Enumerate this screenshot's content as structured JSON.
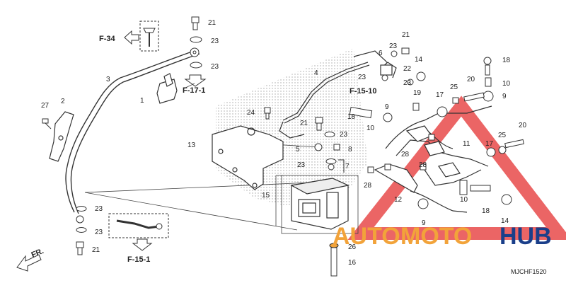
{
  "diagram": {
    "code": "MJCHF1520",
    "direction_label": "FR.",
    "refs": {
      "top": "F-34",
      "upper": "F-17-1",
      "middle": "F-15-10",
      "bottom": "F-15-1"
    },
    "watermark": {
      "part1": "AUTO",
      "part2": "MOTO",
      "part3": "HUB",
      "color_red": "#e84a4a",
      "color_orange": "#f2a33a",
      "color_blue": "#1a3f8a"
    },
    "callouts": {
      "c2": "2",
      "c3": "3",
      "c1": "1",
      "c27": "27",
      "c21a": "21",
      "c23a": "23",
      "c23b": "23",
      "c4": "4",
      "c24": "24",
      "c13": "13",
      "c21b": "21",
      "c23c": "23",
      "c5": "5",
      "c8": "8",
      "c23d": "23",
      "c7": "7",
      "c15": "15",
      "c23e": "23",
      "c23f": "23",
      "c21c": "21",
      "c26": "26",
      "c16": "16",
      "c6": "6",
      "c23g": "23",
      "c21d": "21",
      "c23h": "23",
      "c14a": "14",
      "c22": "22",
      "c23i": "23",
      "c19": "19",
      "c18a": "18",
      "c10a": "10",
      "c9a": "9",
      "c18b": "18",
      "c10b": "10",
      "c20a": "20",
      "c17a": "17",
      "c25a": "25",
      "c9b": "9",
      "c28a": "28",
      "c28b": "28",
      "c28c": "28",
      "c11": "11",
      "c17b": "17",
      "c25b": "25",
      "c20b": "20",
      "c12": "12",
      "c10c": "10",
      "c18c": "18",
      "c9c": "9",
      "c14b": "14"
    }
  }
}
